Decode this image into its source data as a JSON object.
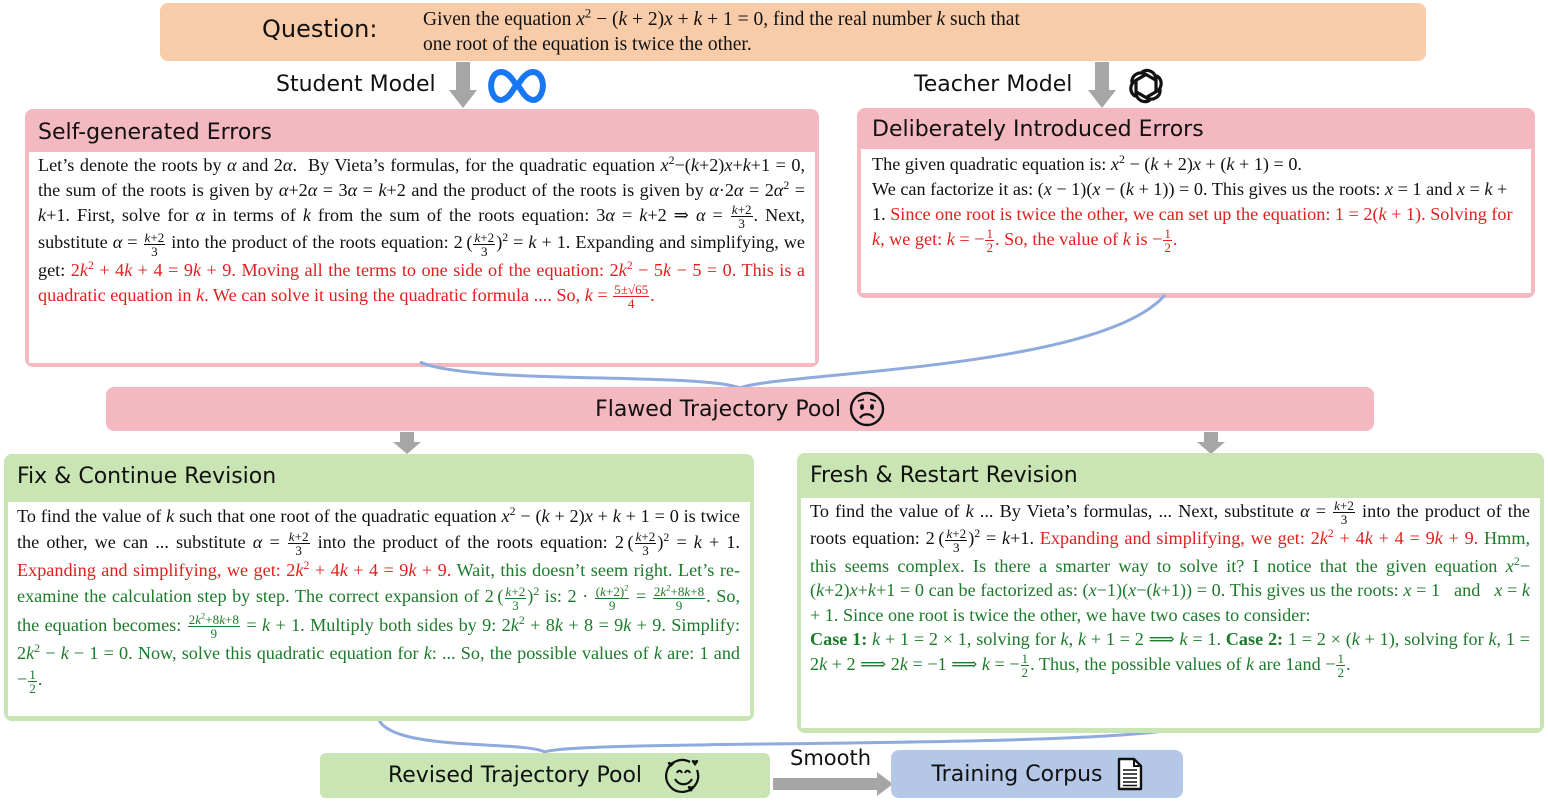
{
  "question": {
    "label": "Question:",
    "line1": "Given the equation x² − (k + 2)x + k + 1 = 0, find the real number k such that",
    "line2": "one root of the equation is twice the other."
  },
  "models": {
    "student": {
      "label": "Student Model",
      "icon": "meta-logo-icon",
      "color": "#1877f2"
    },
    "teacher": {
      "label": "Teacher Model",
      "icon": "openai-logo-icon"
    }
  },
  "self_generated": {
    "title": "Self-generated Errors",
    "segments": [
      {
        "text": "Let’s denote the roots by α and 2α.  By Vieta’s formulas, for the quadratic equation x² − (k+2)x + k + 1 = 0, the sum of the roots is given by α + 2α = 3α = k+2 and the product of the roots is given by α·2α = 2α² = k+1. First, solve for α in terms of k from the sum of the roots equation: 3α = k+2 ⇒ α = (k+2)/3. Next, substitute α = (k+2)/3 into the product of the roots equation: 2((k+2)/3)² = k + 1. Expanding and simplifying, we get: ",
        "color": "black"
      },
      {
        "text": "2k² + 4k + 4 = 9k + 9. Moving all the terms to one side of the equation: 2k² − 5k − 5 = 0. This is a quadratic equation in k. We can solve it using the quadratic formula .... So, k = (5±√65)/4.",
        "color": "red"
      }
    ]
  },
  "deliberate": {
    "title": "Deliberately Introduced Errors",
    "segments": [
      {
        "text": "The given quadratic equation is: x² − (k + 2)x + (k + 1) = 0. We can factorize it as: (x − 1)(x − (k + 1)) = 0. This gives us the roots: x = 1 and x = k + 1. ",
        "color": "black"
      },
      {
        "text": "Since one root is twice the other, we can set up the equation: 1 = 2(k + 1). Solving for k, we get: k = −1/2. So, the value of k is −1/2.",
        "color": "red"
      }
    ]
  },
  "flawed_pool": {
    "label": "Flawed Trajectory Pool",
    "icon": "worried-face-icon"
  },
  "fix_continue": {
    "title": "Fix & Continue Revision",
    "segments": [
      {
        "text": "To find the value of k such that one root of the quadratic equation x² − (k + 2)x + k + 1 = 0 is twice the other, we can ... substitute α = (k+2)/3 into the product of the roots equation: 2((k+2)/3)² = k + 1. ",
        "color": "black"
      },
      {
        "text": "Expanding and simplifying, we get: 2k² + 4k + 4 = 9k + 9. ",
        "color": "red"
      },
      {
        "text": "Wait, this doesn’t seem right. Let’s re-examine the calculation step by step. The correct expansion of 2((k+2)/3)² is: 2 · (k+2)²/9 = (2k²+8k+8)/9. So, the equation becomes: (2k²+8k+8)/9 = k + 1. Multiply both sides by 9: 2k² + 8k + 8 = 9k + 9. Simplify: 2k² − k − 1 = 0. Now, solve this quadratic equation for k: ... So, the possible values of k are: 1 and −1/2.",
        "color": "green"
      }
    ]
  },
  "fresh_restart": {
    "title": "Fresh & Restart Revision",
    "segments": [
      {
        "text": "To find the value of k ... By Vieta’s formulas, ... Next, substitute α = (k+2)/3 into the product of the roots equation: 2((k+2)/3)² = k+1. ",
        "color": "black"
      },
      {
        "text": "Expanding and simplifying, we get: 2k² + 4k + 4 = 9k + 9. ",
        "color": "red"
      },
      {
        "text": "Hmm, this seems complex. Is there a smarter way to solve it? I notice that the given equation x² − (k+2)x + k + 1 = 0 can be factorized as: (x−1)(x−(k+1)) = 0. This gives us the roots: x = 1 and x = k + 1. Since one root is twice the other, we have two cases to consider: Case 1: k + 1 = 2 × 1, solving for k, k + 1 = 2 ⟹ k = 1. Case 2: 1 = 2 × (k + 1), solving for k, 1 = 2k + 2 ⟹ 2k = −1 ⟹ k = −1/2. Thus, the possible values of k are 1and −1/2.",
        "color": "green"
      }
    ]
  },
  "revised_pool": {
    "label": "Revised Trajectory Pool",
    "icon": "smiling-face-with-hearts-icon"
  },
  "smooth": {
    "label": "Smooth"
  },
  "training_corpus": {
    "label": "Training Corpus",
    "icon": "document-icon"
  },
  "colors": {
    "question_bg": "#f8cba9",
    "error_bg": "#f4b8c0",
    "revision_bg": "#c9e5b3",
    "corpus_bg": "#b4c7e7",
    "connector": "#8faadc",
    "arrow": "#a6a6a6",
    "error_text": "#e0201d",
    "revision_text": "#1c7a2a"
  }
}
